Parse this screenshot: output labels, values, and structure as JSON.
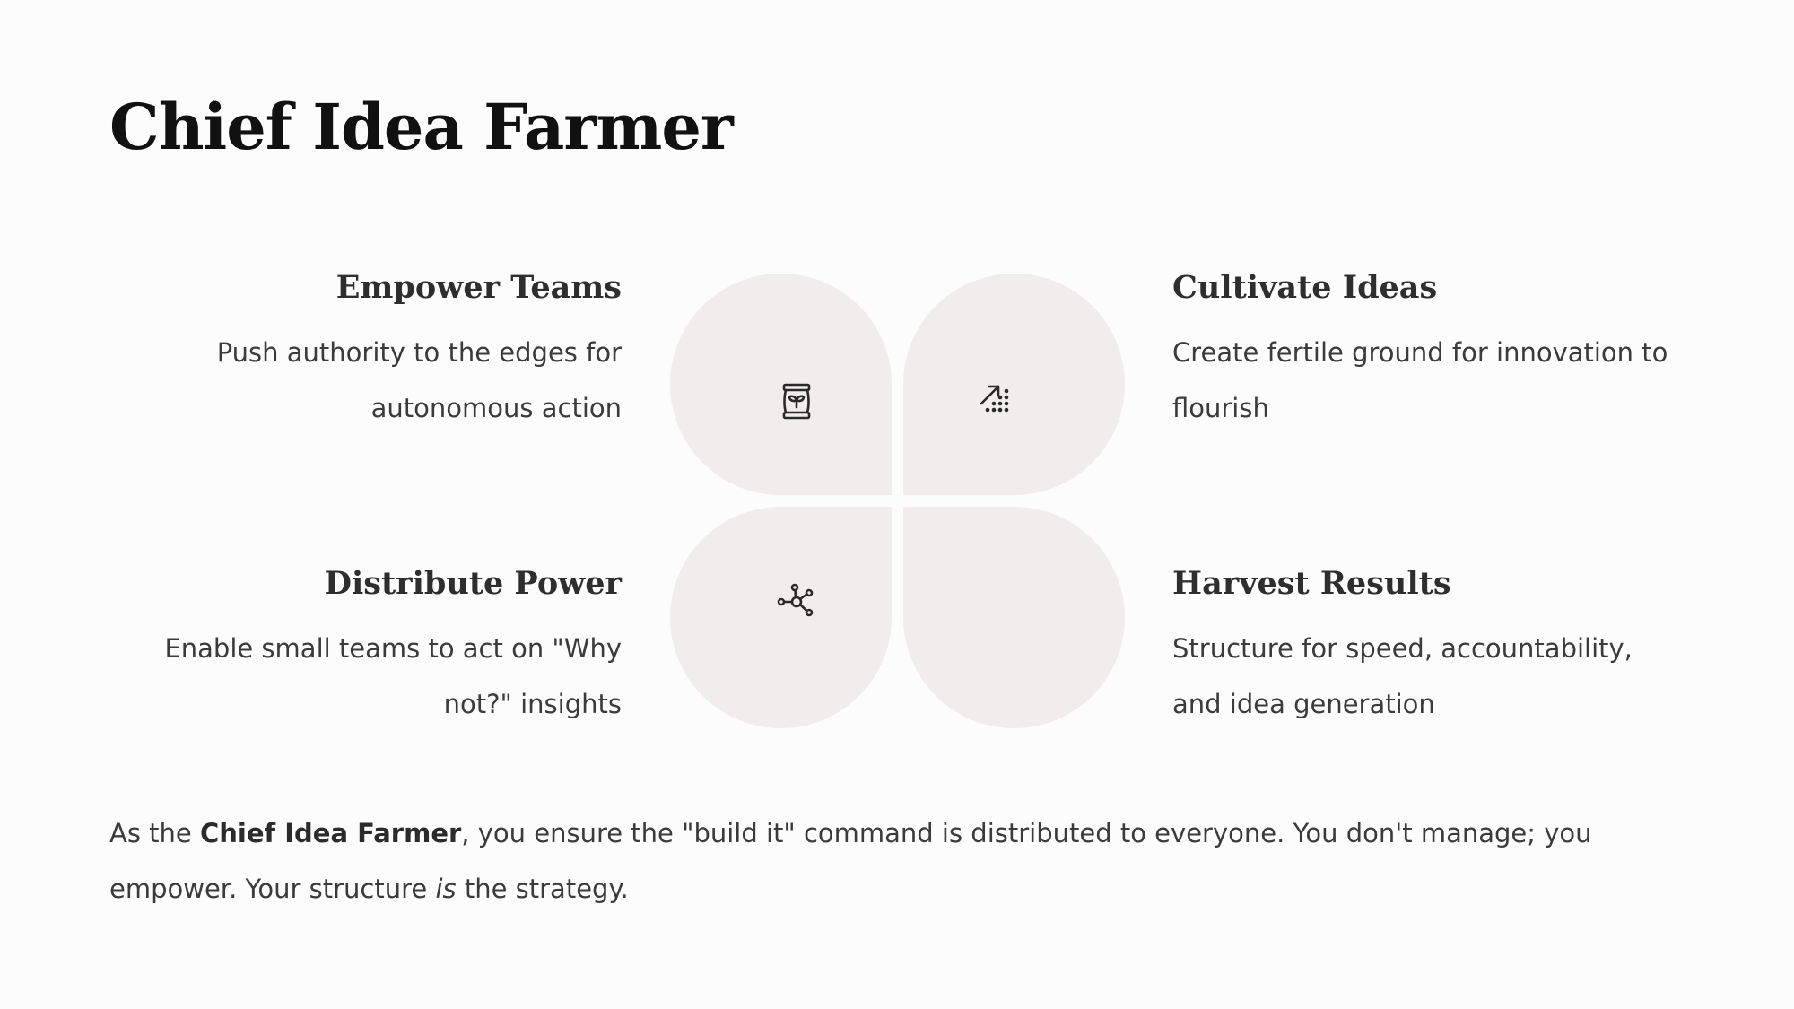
{
  "title": "Chief Idea Farmer",
  "quadrants": [
    {
      "heading": "Empower Teams",
      "body": "Push authority to the edges for autonomous action",
      "icon": "seed-packet-icon"
    },
    {
      "heading": "Cultivate Ideas",
      "body": "Create fertile ground for innovation to flourish",
      "icon": "growth-arrow-dots-icon"
    },
    {
      "heading": "Distribute Power",
      "body": "Enable small teams to act on \"Why not?\" insights",
      "icon": "network-nodes-icon"
    },
    {
      "heading": "Harvest Results",
      "body": "Structure for speed, accountability, and idea generation",
      "icon": ""
    }
  ],
  "summary": {
    "part1": "As the ",
    "bold": "Chief Idea Farmer",
    "part2": ", you ensure the \"build it\" command is distributed to everyone. You don't manage; you empower. Your structure ",
    "italic": "is",
    "part3": " the strategy."
  },
  "colors": {
    "background": "#fcfcfc",
    "petal": "#f0edec",
    "title": "#111111",
    "text": "#3b3b3b",
    "icon": "#2a2a2a"
  }
}
